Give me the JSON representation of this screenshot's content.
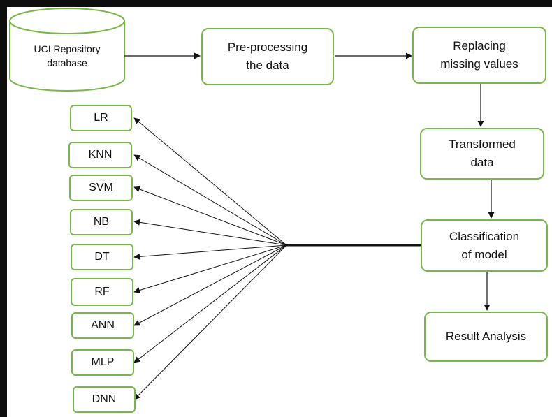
{
  "colors": {
    "box_border": "#78b84a",
    "arrow": "#111111",
    "frame": "#0d0d0d",
    "background": "#ffffff"
  },
  "database": {
    "label": "UCI Repository\ndatabase",
    "icon": "cylinder-database-icon"
  },
  "pipeline": {
    "preprocess": "Pre-processing\nthe data",
    "replace": "Replacing\nmissing values",
    "transformed": "Transformed\ndata",
    "classification": "Classification\nof model",
    "result": "Result Analysis"
  },
  "models": [
    "LR",
    "KNN",
    "SVM",
    "NB",
    "DT",
    "RF",
    "ANN",
    "MLP",
    "DNN"
  ]
}
